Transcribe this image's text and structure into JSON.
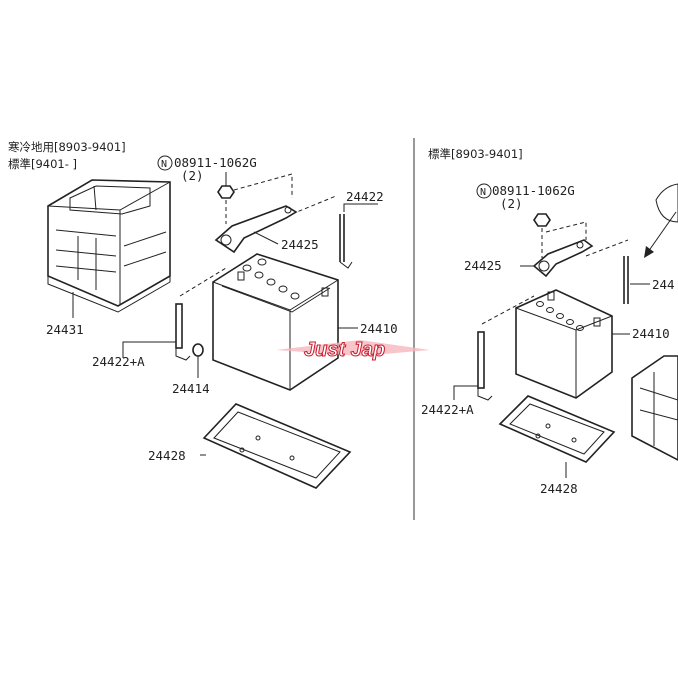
{
  "left_panel": {
    "header_line1": "寒冷地用[8903-9401]",
    "header_line2": "標準[9401-    ]",
    "bolt_label": "08911-1062G",
    "bolt_qty": "(2)",
    "parts": {
      "tray": "24431",
      "frame": "24425",
      "bar": "24422",
      "rod": "24422+A",
      "battery": "24410",
      "nut": "24414",
      "base": "24428"
    }
  },
  "right_panel": {
    "header": "標準[8903-9401]",
    "bolt_label": "08911-1062G",
    "bolt_qty": "(2)",
    "parts": {
      "frame": "24425",
      "bar": "244",
      "battery": "24410",
      "rod": "24422+A",
      "base": "24428"
    }
  },
  "symbols": {
    "n_mark": "N"
  },
  "watermark": "Just Jap"
}
